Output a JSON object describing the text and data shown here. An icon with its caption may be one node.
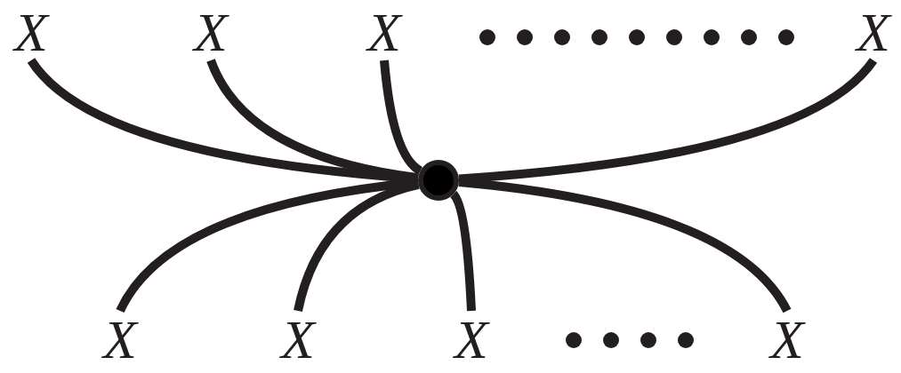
{
  "diagram": {
    "nodes": [
      {
        "text": [
          "X"
        ]
      },
      {
        "text": [
          "X"
        ]
      },
      {
        "text": [
          "X"
        ]
      },
      {
        "text": [
          "X"
        ]
      },
      {
        "text": [],
        "shape": "circle"
      },
      {
        "text": [
          "X"
        ]
      },
      {
        "text": [
          "X"
        ]
      },
      {
        "text": [
          "X"
        ]
      },
      {
        "text": [
          "X"
        ]
      }
    ],
    "edges": [
      {
        "from": 0,
        "to": 4,
        "arrow": "none"
      },
      {
        "from": 1,
        "to": 4,
        "arrow": "none"
      },
      {
        "from": 2,
        "to": 4,
        "arrow": "none"
      },
      {
        "from": 3,
        "to": 4,
        "arrow": "none"
      },
      {
        "from": 5,
        "to": 4,
        "arrow": "none"
      },
      {
        "from": 6,
        "to": 4,
        "arrow": "none"
      },
      {
        "from": 7,
        "to": 4,
        "arrow": "none"
      },
      {
        "from": 8,
        "to": 4,
        "arrow": "none"
      }
    ]
  }
}
